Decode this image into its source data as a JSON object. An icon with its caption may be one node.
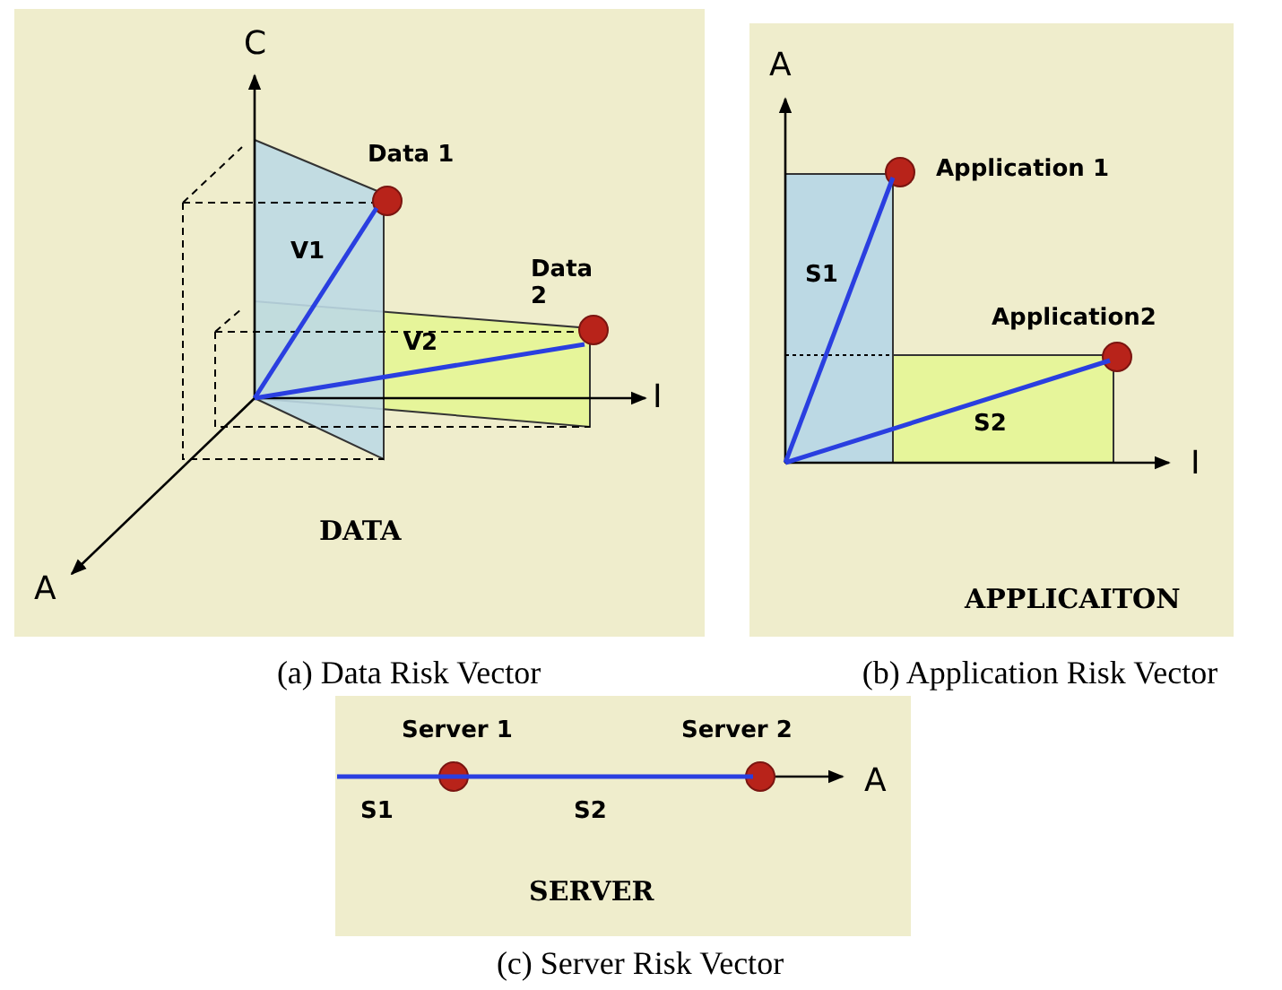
{
  "diagram": {
    "nodes": [
      {
        "text": [
          "DATA"
        ],
        "beside": [
          "(a) Data Risk Vector"
        ]
      },
      {
        "text": [
          "APPLICAITON"
        ],
        "beside": [
          "(b) Application Risk Vector"
        ]
      },
      {
        "text": [
          "SERVER"
        ],
        "beside": [
          "(c) Server Risk Vector"
        ]
      }
    ],
    "labels": [
      "C",
      "Data 1",
      "V1",
      "Data 2",
      "V2",
      "I",
      "A",
      "A",
      "Application 1",
      "S1",
      "Application2",
      "S2",
      "I",
      "Server 1",
      "Server 2",
      "S1",
      "S2",
      "A"
    ]
  }
}
